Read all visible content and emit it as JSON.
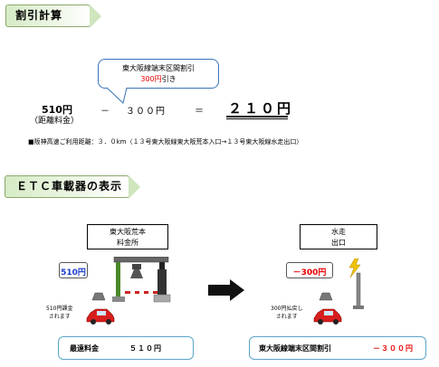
{
  "section1": {
    "title": "割引計算"
  },
  "callout": {
    "line1": "東大阪線端末区間割引",
    "line2_red": "300円",
    "line2_rest": "引き"
  },
  "formula": {
    "base_amount": "510円",
    "base_note": "（距離料金）",
    "minus": "－",
    "discount": "３００円",
    "equals": "＝",
    "result": "２１０円"
  },
  "note": "■阪神高速ご利用距離：３．０km（１３号東大阪線東大阪荒本入口→１３号東大阪線水走出口）",
  "section2": {
    "title": "ＥＴＣ車載器の表示"
  },
  "entrance": {
    "booth_line1": "東大阪荒本",
    "booth_line2": "料金所",
    "charge_badge": "510円",
    "caption_line1": "510円課金",
    "caption_line2": "されます",
    "result_label": "最遠料金",
    "result_value": "５１０円"
  },
  "exit": {
    "booth_line1": "水走",
    "booth_line2": "出口",
    "refund_badge": "－300円",
    "caption_line1": "300円払戻し",
    "caption_line2": "されます",
    "result_label": "東大阪線端末区間割引",
    "result_value": "－３００円"
  },
  "colors": {
    "accent_red": "#e60000",
    "badge_blue": "#1a3cc8",
    "callout_border": "#3a74b8",
    "result_border": "#5aa6c8"
  }
}
